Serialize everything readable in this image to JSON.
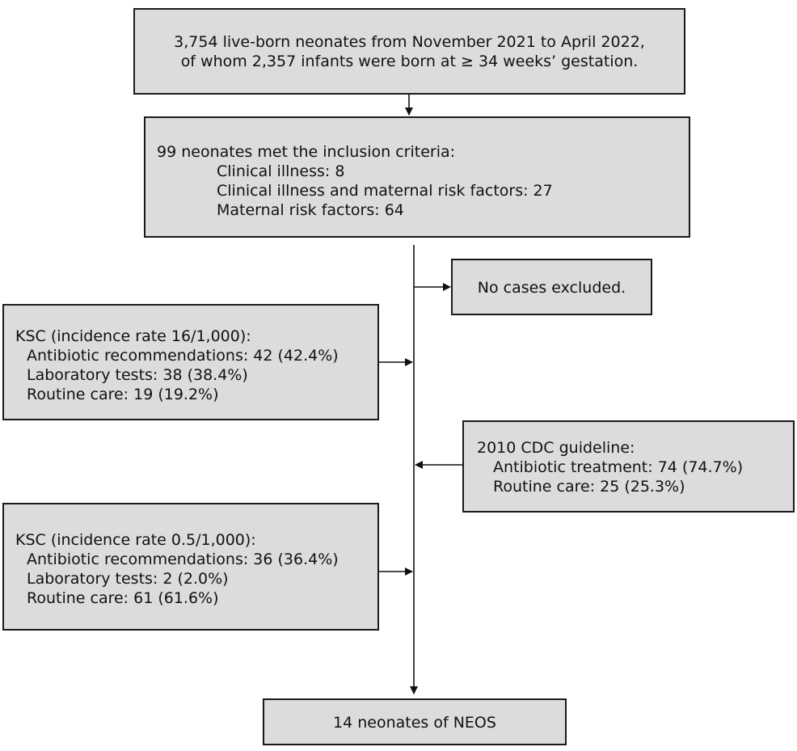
{
  "boxes": {
    "top": {
      "line1": "3,754 live-born neonates from November 2021 to April 2022,",
      "line2": "of whom 2,357 infants were born at ≥ 34 weeks’ gestation."
    },
    "inclusion": {
      "heading": "99 neonates met the inclusion criteria:",
      "items": [
        "Clinical illness: 8",
        "Clinical illness and maternal risk factors: 27",
        "Maternal risk factors: 64"
      ]
    },
    "excluded": {
      "text": "No cases excluded."
    },
    "ksc16": {
      "heading": "KSC (incidence rate 16/1,000):",
      "items": [
        "Antibiotic recommendations: 42 (42.4%)",
        "Laboratory tests: 38 (38.4%)",
        "Routine care: 19 (19.2%)"
      ]
    },
    "cdc": {
      "heading": "2010 CDC guideline:",
      "items": [
        "Antibiotic treatment: 74 (74.7%)",
        "Routine care: 25 (25.3%)"
      ]
    },
    "ksc05": {
      "heading": "KSC (incidence rate 0.5/1,000):",
      "items": [
        "Antibiotic recommendations: 36 (36.4%)",
        "Laboratory tests: 2 (2.0%)",
        "Routine care: 61 (61.6%)"
      ]
    },
    "bottom": {
      "text": "14 neonates of NEOS"
    }
  }
}
